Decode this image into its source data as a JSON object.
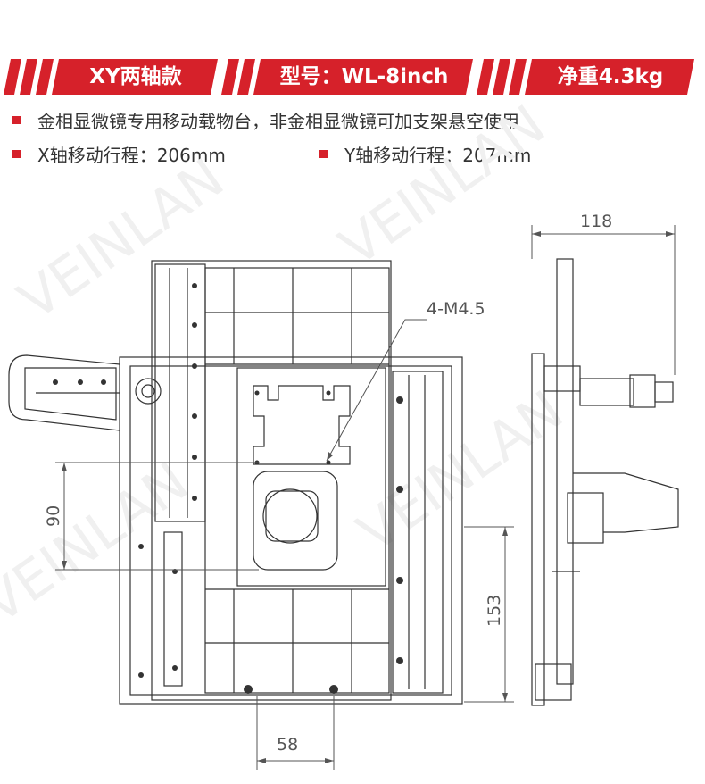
{
  "watermark": "VEINLAN",
  "banner": {
    "accent_color": "#d6212a",
    "badges": [
      {
        "label": "XY两轴款"
      },
      {
        "label": "型号：WL-8inch"
      },
      {
        "label": "净重4.3kg"
      }
    ]
  },
  "specs": {
    "line1": "金相显微镜专用移动载物台，非金相显微镜可加支架悬空使用",
    "x_travel": "X轴移动行程：206mm",
    "y_travel": "Y轴移动行程：207mm"
  },
  "drawing": {
    "dim_width_side": "118",
    "dim_hole": "4-M4.5",
    "dim_left": "90",
    "dim_right": "153",
    "dim_bottom": "58"
  }
}
